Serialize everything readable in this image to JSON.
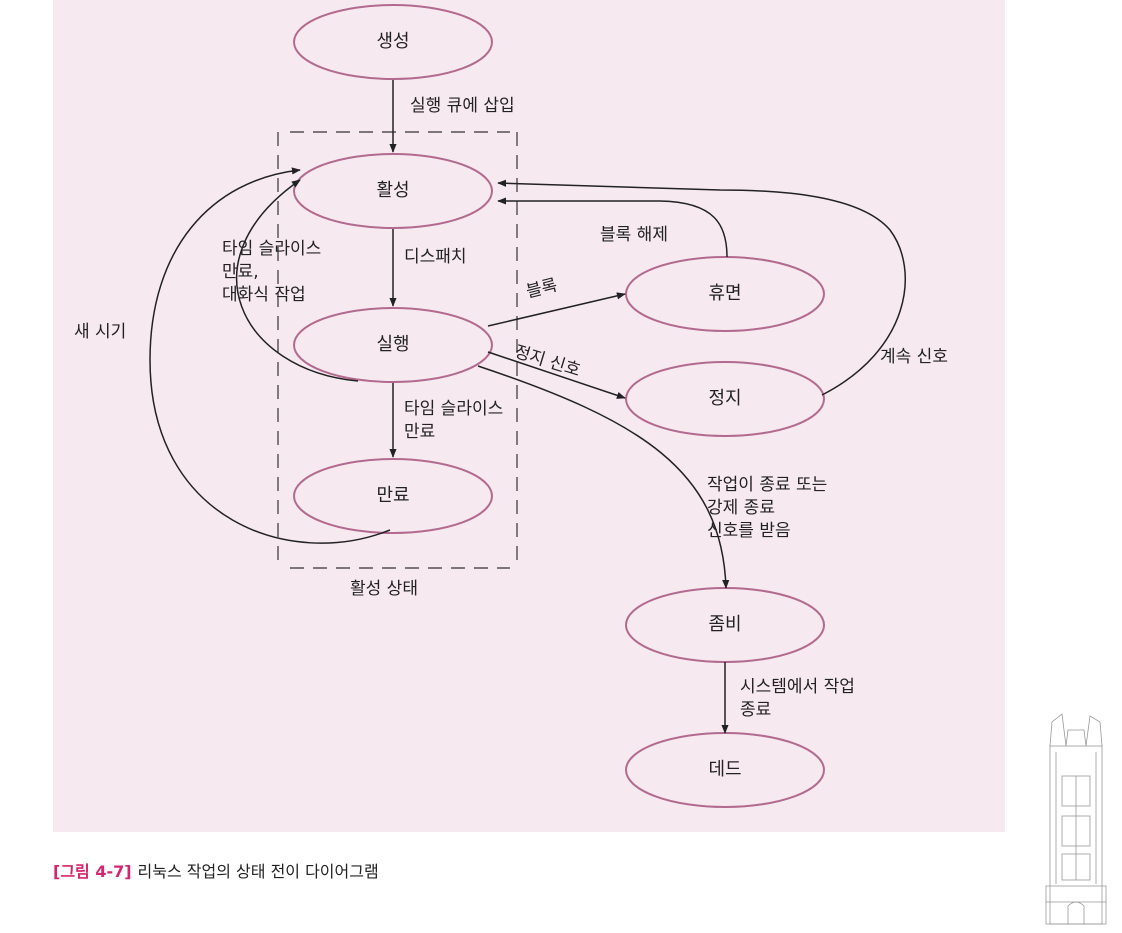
{
  "states": {
    "created": "생성",
    "active": "활성",
    "running": "실행",
    "expired": "만료",
    "sleep": "휴면",
    "stopped": "정지",
    "zombie": "좀비",
    "dead": "데드"
  },
  "active_group_label": "활성 상태",
  "transitions": {
    "insert_run_queue": "실행 큐에 삽입",
    "dispatch": "디스패치",
    "timeslice_expired_interactive": "타임 슬라이스\n만료,\n대화식 작업",
    "timeslice_expired": "타임 슬라이스\n만료",
    "new_period": "새 시기",
    "block": "블록",
    "unblock": "블록 해제",
    "stop_signal": "정지 신호",
    "continue_signal": "계속 신호",
    "exit_or_kill": "작업이 종료 또는\n강제 종료\n신호를 받음",
    "system_terminate": "시스템에서 작업\n종료"
  },
  "caption": {
    "number": "[그림 4-7]",
    "text": "리눅스 작업의 상태 전이 다이어그램"
  },
  "colors": {
    "background": "#f6e9f0",
    "ellipse_stroke": "#b36a8f",
    "caption_accent": "#d6246e"
  }
}
